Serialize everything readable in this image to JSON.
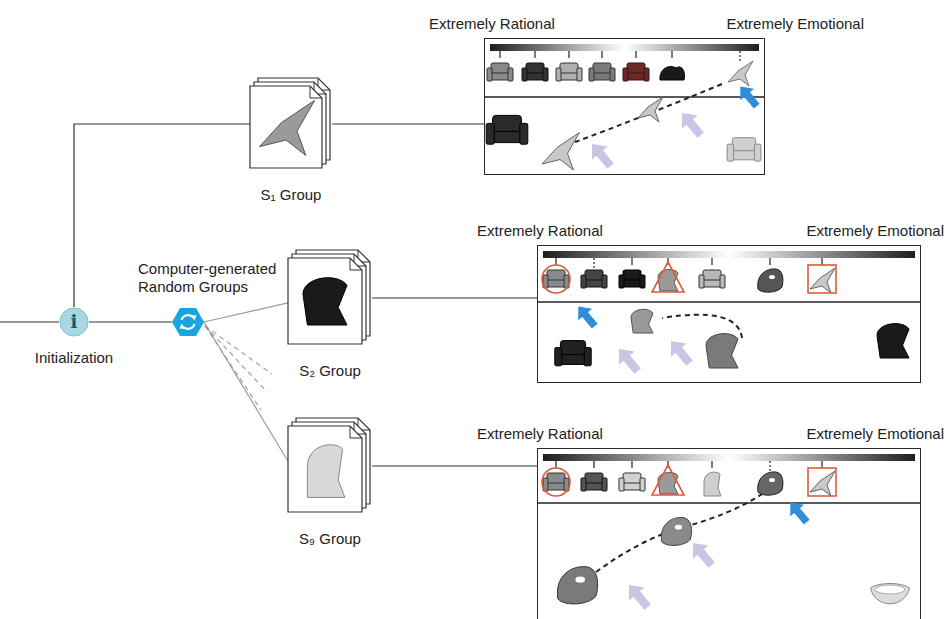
{
  "diagram": {
    "nodes": [
      {
        "text": [
          "i",
          "Initialization"
        ]
      },
      {
        "text": [
          "Computer-generated Random Groups"
        ]
      },
      {
        "text": [
          "S₁ Group"
        ]
      },
      {
        "text": [
          "S₂ Group"
        ]
      },
      {
        "text": [
          "S₉ Group"
        ]
      },
      {
        "text": [
          "Extremely Rational",
          "Extremely Emotional"
        ]
      },
      {
        "text": [
          "Extremely Rational",
          "Extremely Emotional"
        ]
      },
      {
        "text": [
          "Extremely Rational",
          "Extremely Emotional"
        ]
      }
    ],
    "edges": [
      {
        "from": 0,
        "to": 1,
        "arrow": "none"
      },
      {
        "from": 0,
        "to": 2,
        "arrow": "none"
      },
      {
        "from": 1,
        "to": 3,
        "arrow": "none"
      },
      {
        "from": 1,
        "to": 4,
        "arrow": "none"
      },
      {
        "from": 2,
        "to": 5,
        "arrow": "none"
      },
      {
        "from": 3,
        "to": 6,
        "arrow": "none"
      },
      {
        "from": 4,
        "to": 7,
        "arrow": "none"
      }
    ]
  }
}
